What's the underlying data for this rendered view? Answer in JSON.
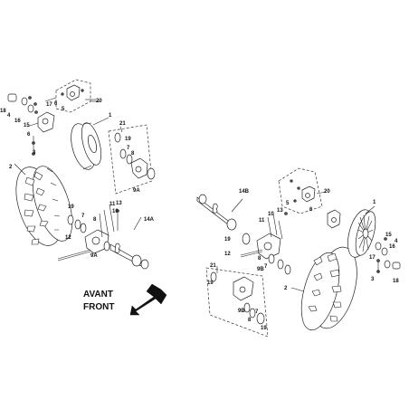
{
  "labels": {
    "l1": "1",
    "l2": "2",
    "l3": "3",
    "l4": "4",
    "l5": "5",
    "l6": "6",
    "l7": "7",
    "l8": "8",
    "l9a": "9A",
    "l10": "10",
    "l11": "11",
    "l12": "12",
    "l13": "13",
    "l14a": "14A",
    "l15": "15",
    "l16": "16",
    "l17": "17",
    "l18": "18",
    "l19": "19",
    "l20": "20",
    "l21": "21",
    "r1": "1",
    "r2": "2",
    "r3": "3",
    "r4": "4",
    "r5": "5",
    "r6": "6",
    "r7": "7",
    "r8": "8",
    "r9b": "9B",
    "r10": "10",
    "r11": "11",
    "r12": "12",
    "r13": "13",
    "r14b": "14B",
    "r15": "15",
    "r16": "16",
    "r17": "17",
    "r18": "18",
    "r19": "19",
    "r20": "20",
    "r21": "21"
  },
  "direction": {
    "line1": "AVANT",
    "line2": "FRONT"
  }
}
